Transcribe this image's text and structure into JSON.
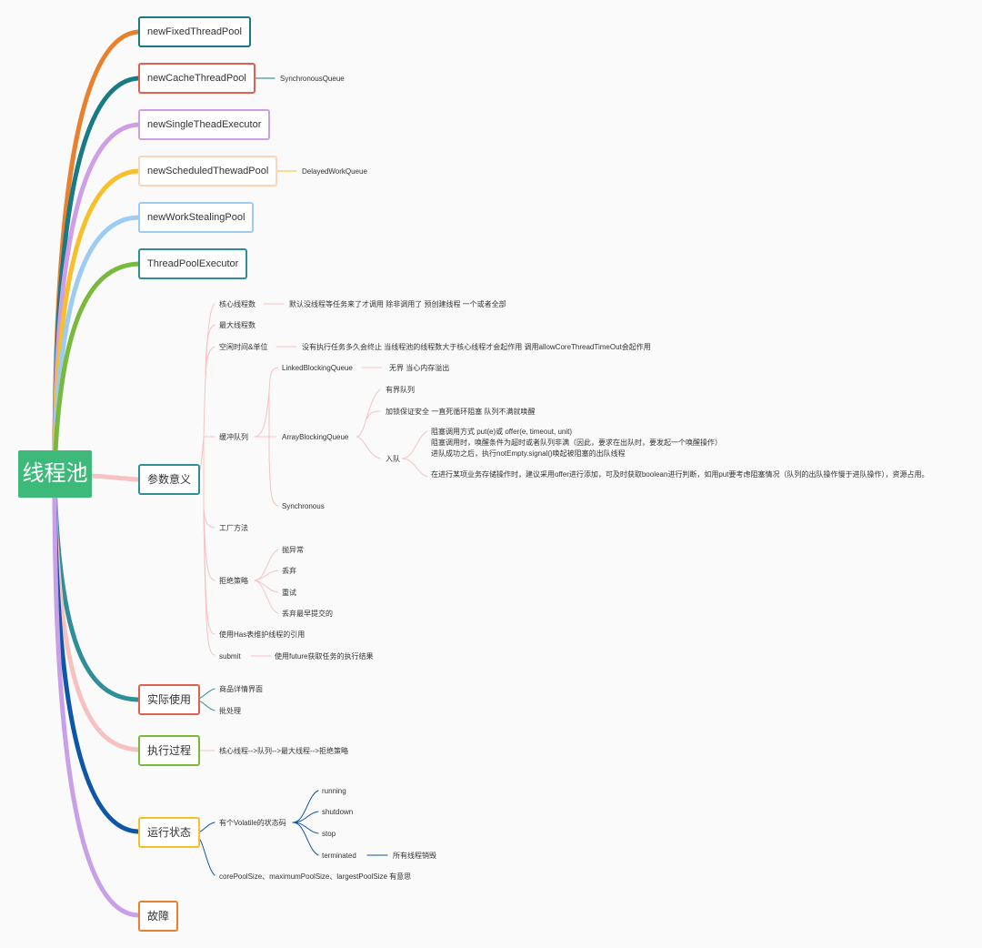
{
  "root": "线程池",
  "nodes": {
    "fixed": "newFixedThreadPool",
    "cache": "newCacheThreadPool",
    "cache_queue": "SynchronousQueue",
    "single": "newSingleTheadExecutor",
    "scheduled": "newScheduledThewadPool",
    "scheduled_queue": "DelayedWorkQueue",
    "stealing": "newWorkStealingPool",
    "executor": "ThreadPoolExecutor",
    "params": "参数意义",
    "practice": "实际使用",
    "process": "执行过程",
    "state": "运行状态",
    "fault": "故障"
  },
  "params": {
    "core": "核心线程数",
    "core_desc": "默认没线程等任务来了才调用 除非调用了 预创建线程 一个或者全部",
    "max": "最大线程数",
    "idle": "空闲时间&单位",
    "idle_desc": "没有执行任务多久会终止 当线程池的线程数大于核心线程才会起作用 调用allowCoreThreadTimeOut会起作用",
    "buffer": "缓冲队列",
    "linked": "LinkedBlockingQueue",
    "linked_desc": "无界 当心内存溢出",
    "array": "ArrayBlockingQueue",
    "bounded": "有界队列",
    "lock_safe": "加锁保证安全 一直死循环阻塞 队列不满就唤醒",
    "enqueue": "入队",
    "enqueue_desc1": "阻塞调用方式 put(e)或 offer(e, timeout, unit)",
    "enqueue_desc2": "阻塞调用时，唤醒条件为超时或者队列非满（因此，要求在出队时，要发起一个唤醒操作）",
    "enqueue_desc3": "进队成功之后，执行notEmpty.signal()唤起被阻塞的出队线程",
    "enqueue_desc4": "在进行某项业务存储操作时，建议采用offer进行添加，可及时获取boolean进行判断，如用put要考虑阻塞情况（队列的出队操作慢于进队操作），资源占用。",
    "synchronous": "Synchronous",
    "factory": "工厂方法",
    "reject": "拒绝策略",
    "reject_1": "抛异常",
    "reject_2": "丢弃",
    "reject_3": "重试",
    "reject_4": "丢弃最早提交的",
    "hashset": "使用Has表维护线程的引用",
    "submit": "submit",
    "submit_desc": "使用future获取任务的执行结果"
  },
  "practice": {
    "item1": "商品详情界面",
    "item2": "批处理"
  },
  "process": {
    "desc": "核心线程-->队列-->最大线程-->拒绝策略"
  },
  "state": {
    "volatile": "有个Volatile的状态码",
    "running": "running",
    "shutdown": "shutdown",
    "stop": "stop",
    "terminated": "terminated",
    "terminated_desc": "所有线程销毁",
    "sizes": "corePoolSize、maximumPoolSize、largestPoolSize 有意思"
  },
  "colors": {
    "root": "#3dba7a",
    "fixed": "#e8812d",
    "cache": "#177a85",
    "single": "#cf9fe6",
    "scheduled": "#f7c02a",
    "stealing": "#9ccbf3",
    "executor": "#79b93c",
    "params": "#f7c2c2",
    "practice": "#2f8e98",
    "process": "#f8c1c1",
    "state": "#0e56a6",
    "fault": "#c9a0e8"
  }
}
